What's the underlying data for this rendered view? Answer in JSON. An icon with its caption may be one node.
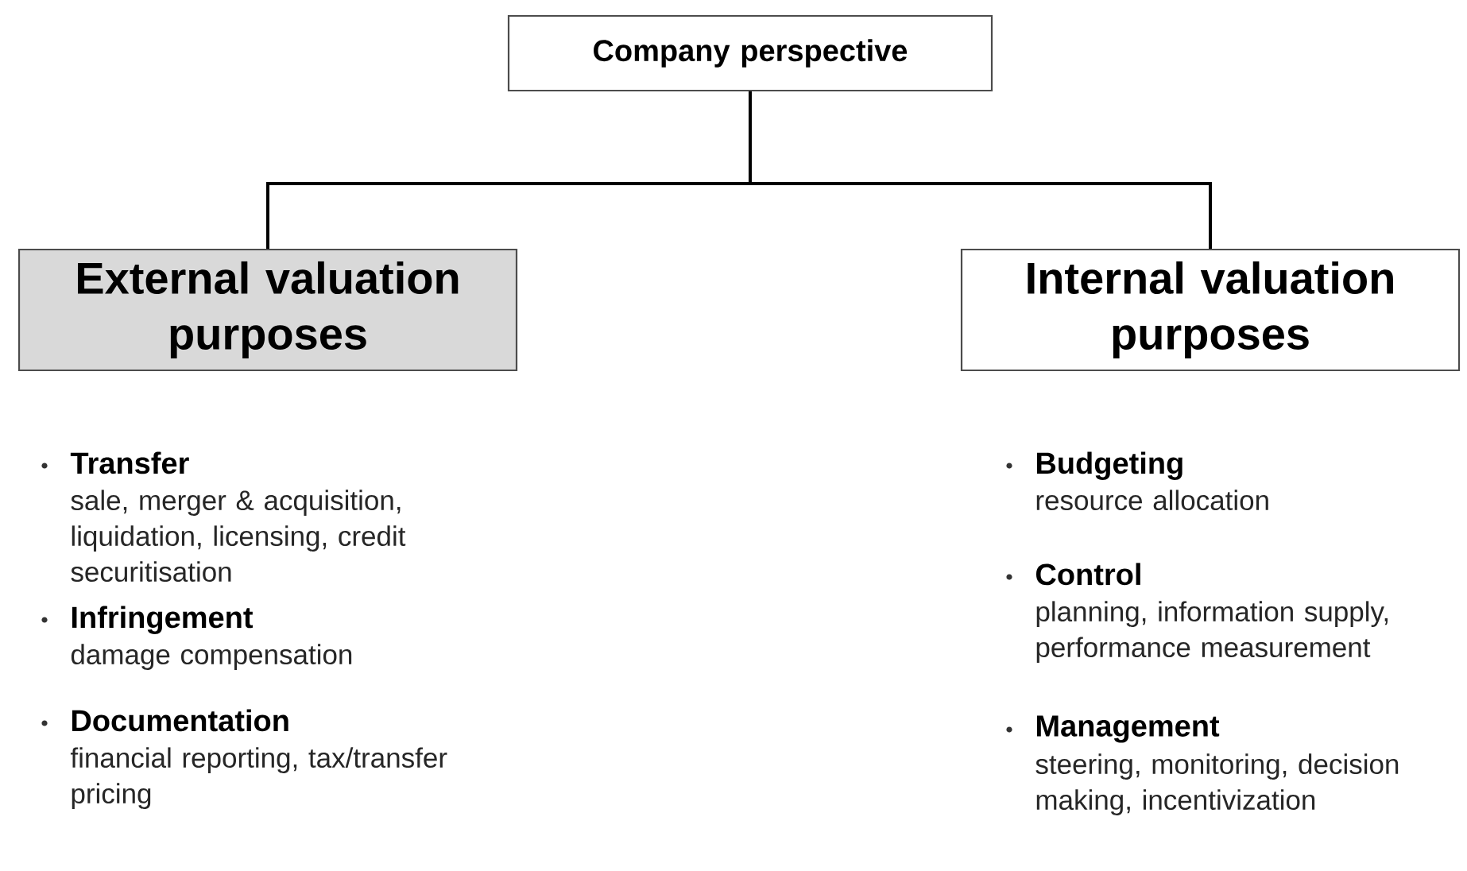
{
  "diagram": {
    "nodes": [
      {
        "text": [
          "Company perspective"
        ]
      },
      {
        "text": [
          "External valuation purposes"
        ],
        "beside": [
          "Transfer",
          "sale, merger & acquisition, liquidation, licensing, credit securitisation",
          "Infringement",
          "damage compensation",
          "Documentation",
          "financial reporting, tax/transfer pricing"
        ]
      },
      {
        "text": [
          "Internal valuation purposes"
        ],
        "beside": [
          "Budgeting",
          "resource allocation",
          "Control",
          "planning, information supply, performance measurement",
          "Management",
          "steering, monitoring, decision making, incentivization"
        ]
      }
    ],
    "edges": [
      {
        "from": 0,
        "to": 1,
        "arrow": "none"
      },
      {
        "from": 0,
        "to": 2,
        "arrow": "none"
      }
    ]
  }
}
